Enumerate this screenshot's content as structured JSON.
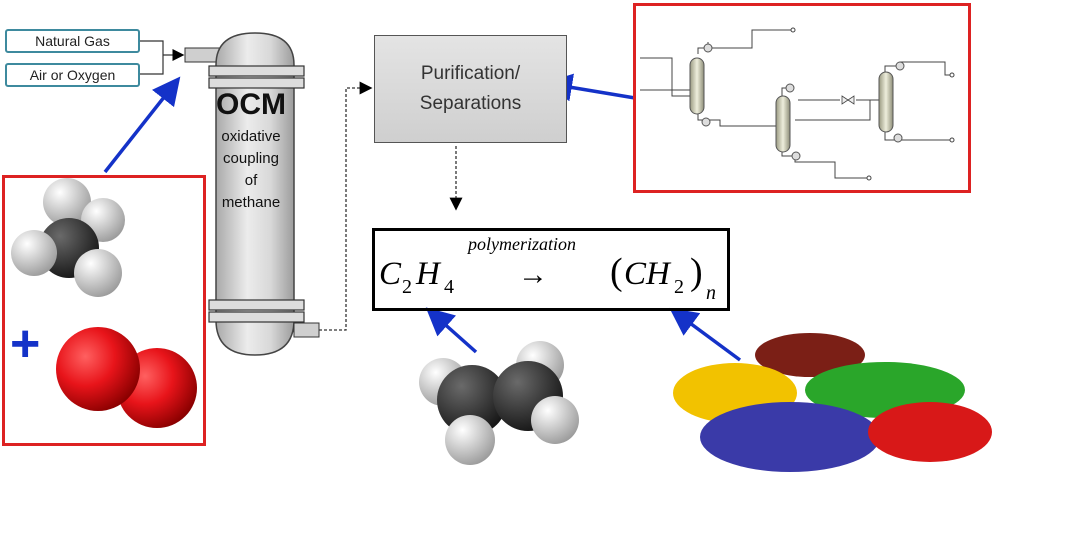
{
  "inputs": {
    "natural_gas": "Natural Gas",
    "air_oxygen": "Air or Oxygen"
  },
  "reactor": {
    "title": "OCM",
    "line1": "oxidative",
    "line2": "coupling",
    "line3": "of",
    "line4": "methane"
  },
  "separation": {
    "line1": "Purification/",
    "line2": "Separations"
  },
  "equation": {
    "reactant_C": "C",
    "reactant_sub1": "2",
    "reactant_H": "H",
    "reactant_sub2": "4",
    "arrow": "→",
    "over_arrow": "polymerization",
    "product_open": "(",
    "product_CH": "CH",
    "product_sub": "2",
    "product_close": ")",
    "product_n": "n"
  },
  "reactants_plus": "+",
  "colors": {
    "box_red": "#dd2222",
    "arrow_blue": "#1432c8",
    "input_border": "#3e8a9e",
    "oxygen_red": "#e8141a",
    "carbon_dark": "#2b2b2b"
  },
  "pellet_colors": [
    "#f2c200",
    "#7b1f16",
    "#2aa62a",
    "#3a3aa8",
    "#d81818"
  ]
}
